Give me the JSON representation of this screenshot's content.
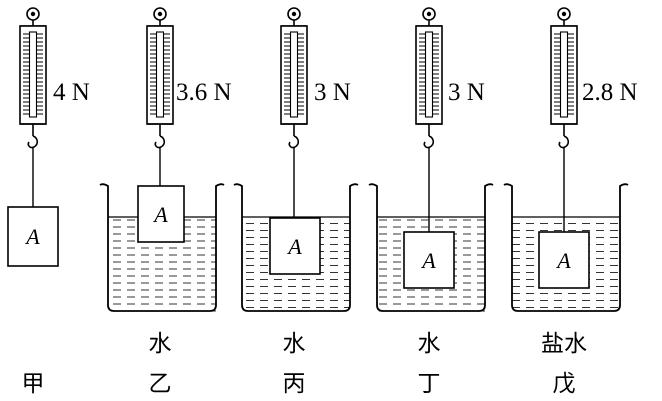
{
  "block_label": "A",
  "setups": [
    {
      "id": "jia",
      "reading": "4 N",
      "liquid": "",
      "caption": "甲"
    },
    {
      "id": "yi",
      "reading": "3.6 N",
      "liquid": "水",
      "caption": "乙"
    },
    {
      "id": "bing",
      "reading": "3 N",
      "liquid": "水",
      "caption": "丙"
    },
    {
      "id": "ding",
      "reading": "3 N",
      "liquid": "水",
      "caption": "丁"
    },
    {
      "id": "wu",
      "reading": "2.8 N",
      "liquid": "盐水",
      "caption": "戊"
    }
  ]
}
